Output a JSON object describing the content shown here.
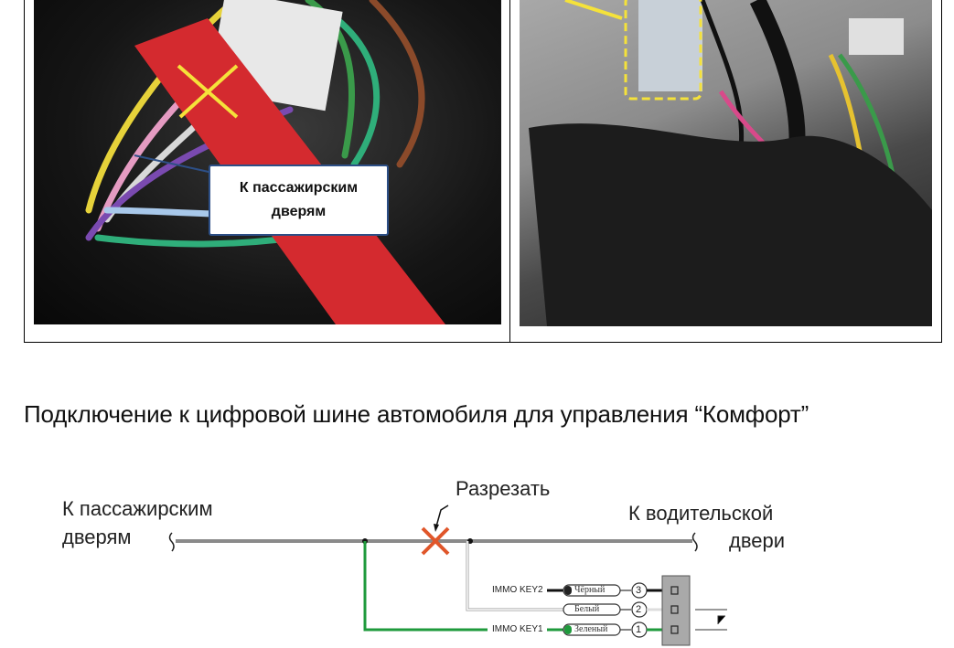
{
  "photos": {
    "left": {
      "callout": "К пассажирским дверям"
    },
    "right": {}
  },
  "heading": "Подключение к цифровой шине автомобиля для управления “Комфорт”",
  "diagram": {
    "cut_label": "Разрезать",
    "left_label_line1": "К пассажирским",
    "left_label_line2": "дверям",
    "right_label_line1": "К водительской",
    "right_label_line2": "двери",
    "wires": [
      {
        "signal": "IMMO KEY2",
        "color_name": "Чёрный",
        "pin": "3",
        "color": "#1a1a1a"
      },
      {
        "signal": "",
        "color_name": "Белый",
        "pin": "2",
        "color": "#ffffff"
      },
      {
        "signal": "IMMO KEY1",
        "color_name": "Зеленый",
        "pin": "1",
        "color": "#1f9a3c"
      }
    ],
    "colors": {
      "bus": "#8a8a8a",
      "cut": "#e0562a",
      "green": "#1f9a3c",
      "connector": "#a9a9a9"
    }
  }
}
